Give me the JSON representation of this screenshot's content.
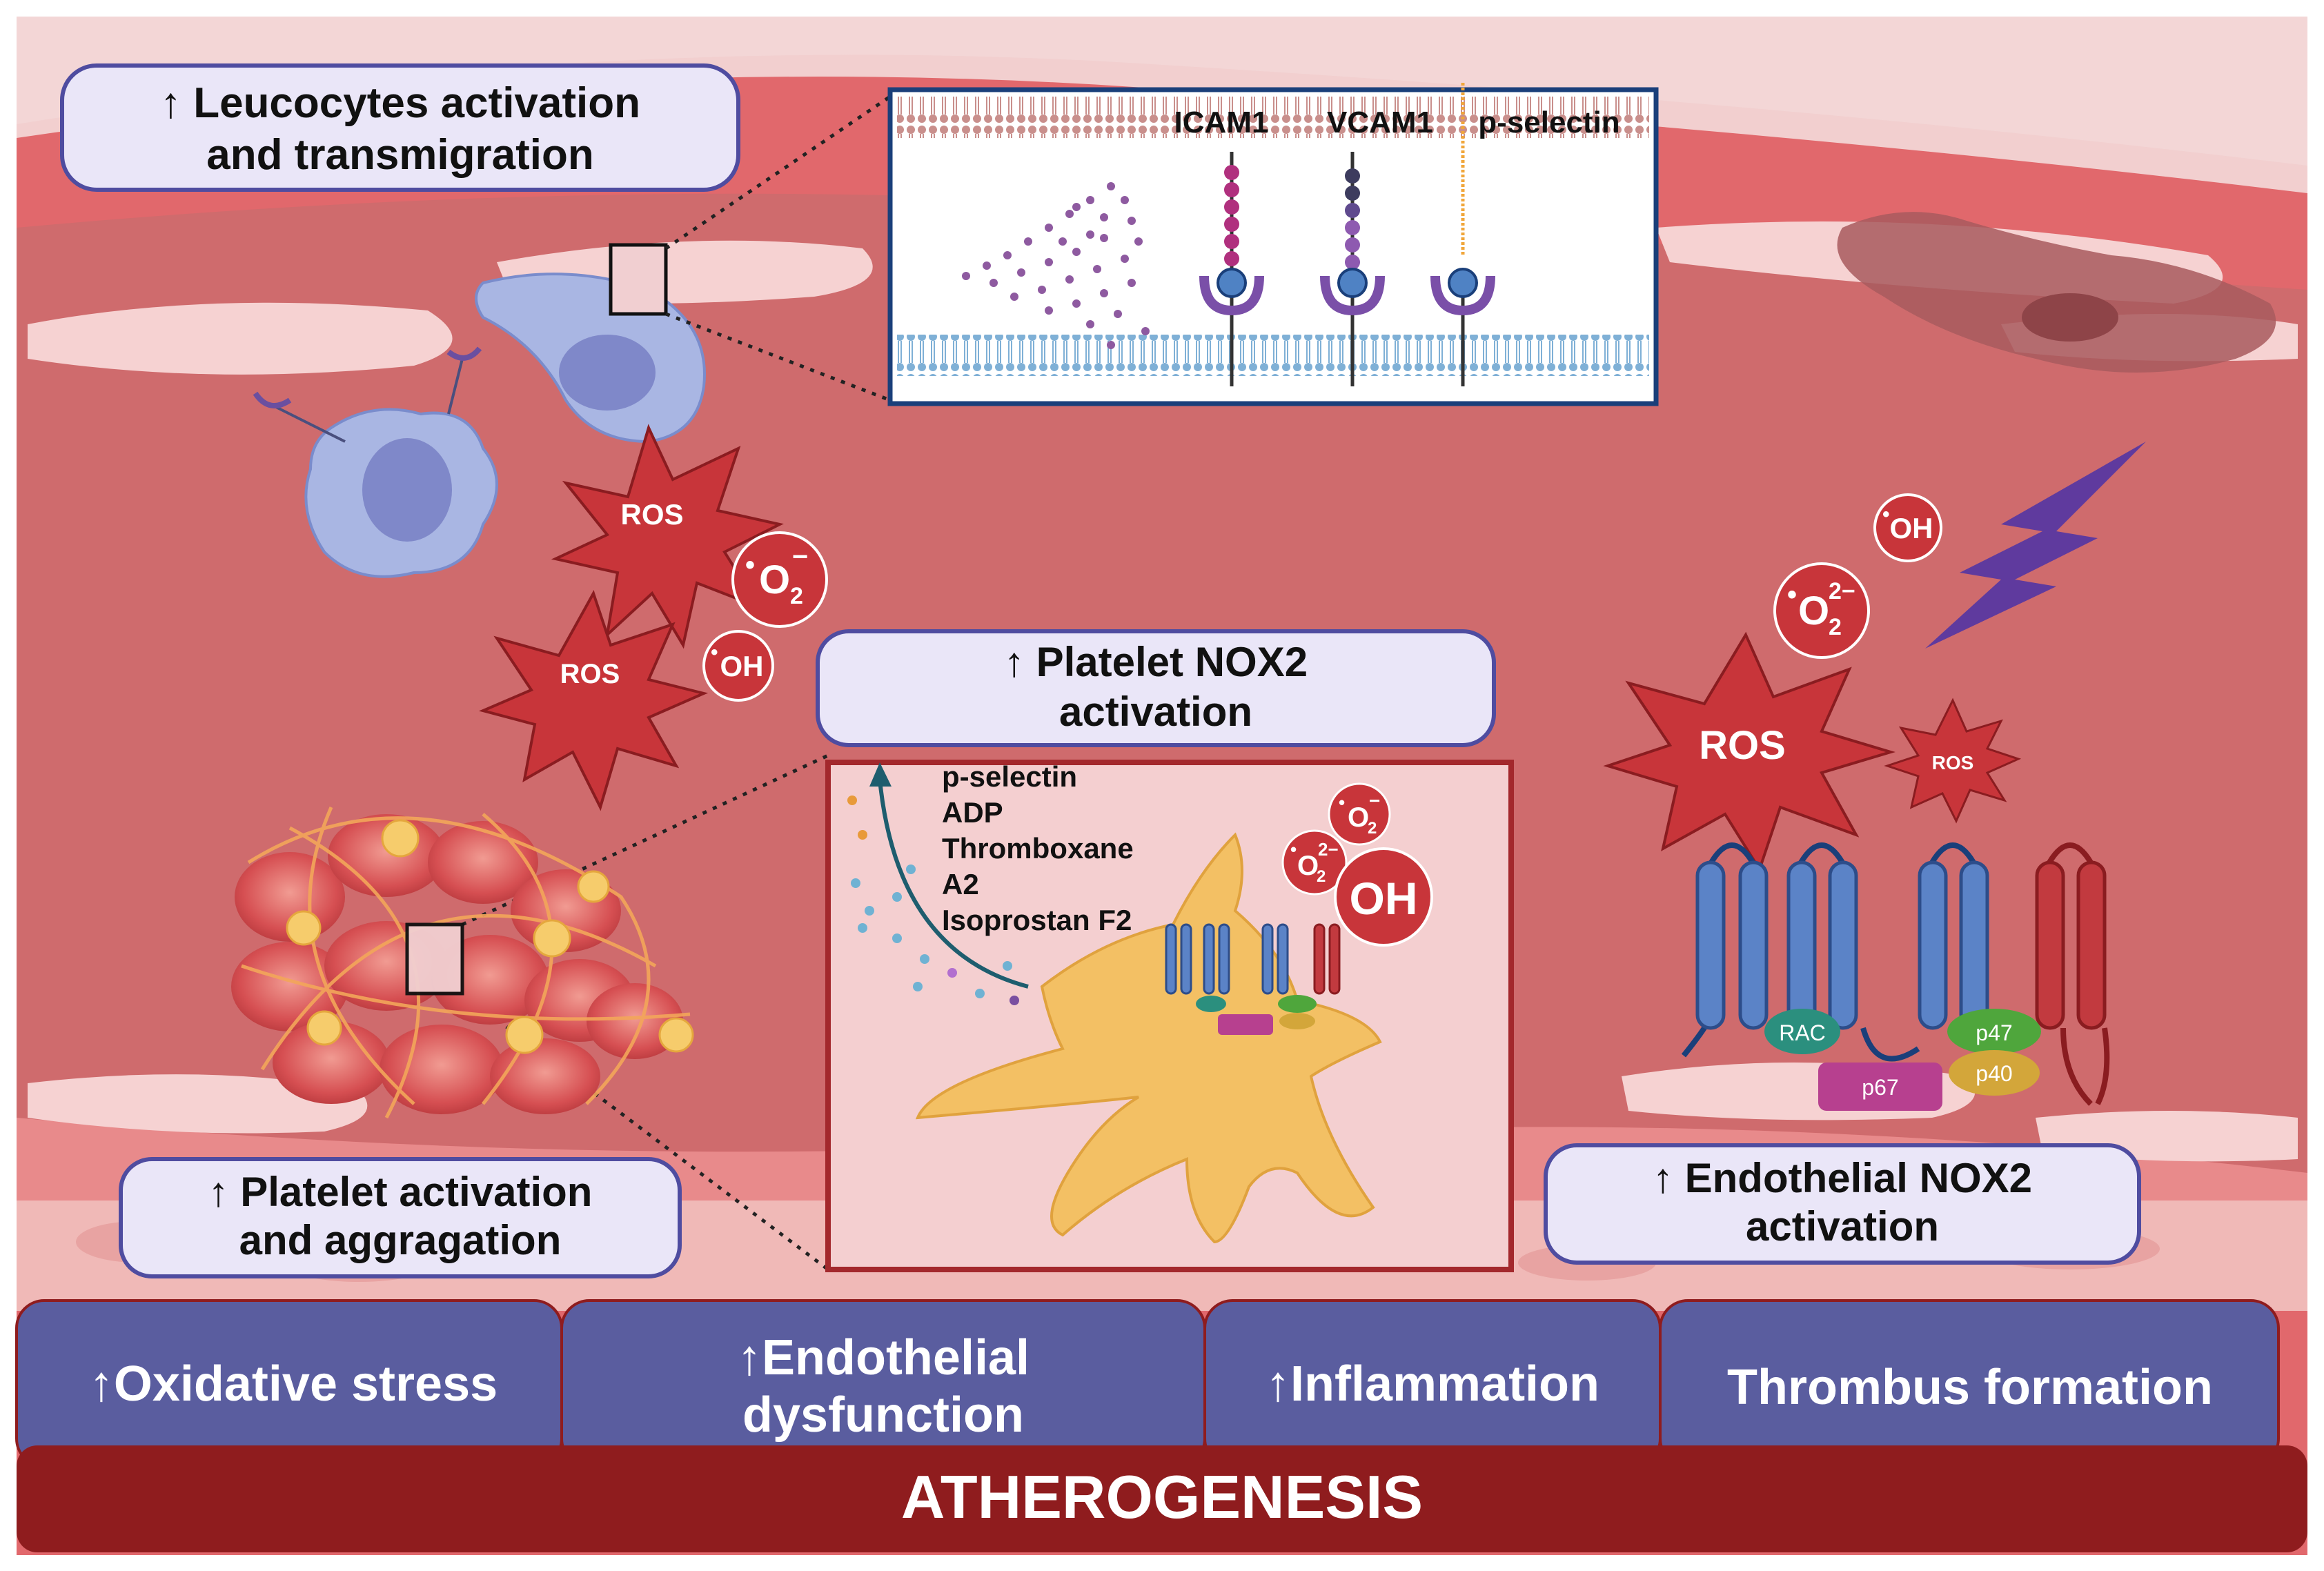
{
  "callouts": {
    "leucocytes": {
      "line1": "↑ Leucocytes activation",
      "line2": "and transmigration"
    },
    "platelet_nox2": {
      "line1": "↑ Platelet NOX2",
      "line2": "activation"
    },
    "platelet_activation": {
      "line1": "↑ Platelet activation",
      "line2": "and aggragation"
    },
    "endothelial_nox2": {
      "line1": "↑ Endothelial NOX2",
      "line2": "activation"
    }
  },
  "adhesion_molecules": [
    "ICAM1",
    "VCAM1",
    "p-selectin"
  ],
  "released_mediators": [
    "p-selectin",
    "ADP",
    "Thromboxane",
    "A2",
    "Isoprostan F2"
  ],
  "species": {
    "ros": "ROS",
    "superoxide": "O",
    "superoxide_sub": "2",
    "superoxide_sup": "−",
    "superoxide2_sup": "2−",
    "hydroxyl": "OH",
    "radical_dot": "•"
  },
  "nox2_subunits": [
    "RAC",
    "p67",
    "p47",
    "p40"
  ],
  "outcomes": {
    "oxidative_stress": "↑Oxidative stress",
    "endothelial_line1": "↑Endothelial",
    "endothelial_line2": "dysfunction",
    "inflammation": "↑Inflammation",
    "thrombus": "Thrombus formation"
  },
  "footer": "ATHEROGENESIS",
  "colors": {
    "vessel_lumen": "#cf6b6d",
    "vessel_wall": "#e06468",
    "outcome_bar": "#5a5d9f",
    "footer_bar": "#8f1c1e",
    "callout_fill": "#eae6f8",
    "callout_border": "#4f4ca0",
    "ros": "#d7383c",
    "platelet": "#f3c064",
    "nox_blue": "#5b83c7",
    "nox_red": "#c23a3f",
    "rac": "#2b8f7e",
    "p67": "#b7408f",
    "p47": "#4fa63c",
    "p40": "#d3a63a",
    "lightning": "#5f3a9e"
  }
}
